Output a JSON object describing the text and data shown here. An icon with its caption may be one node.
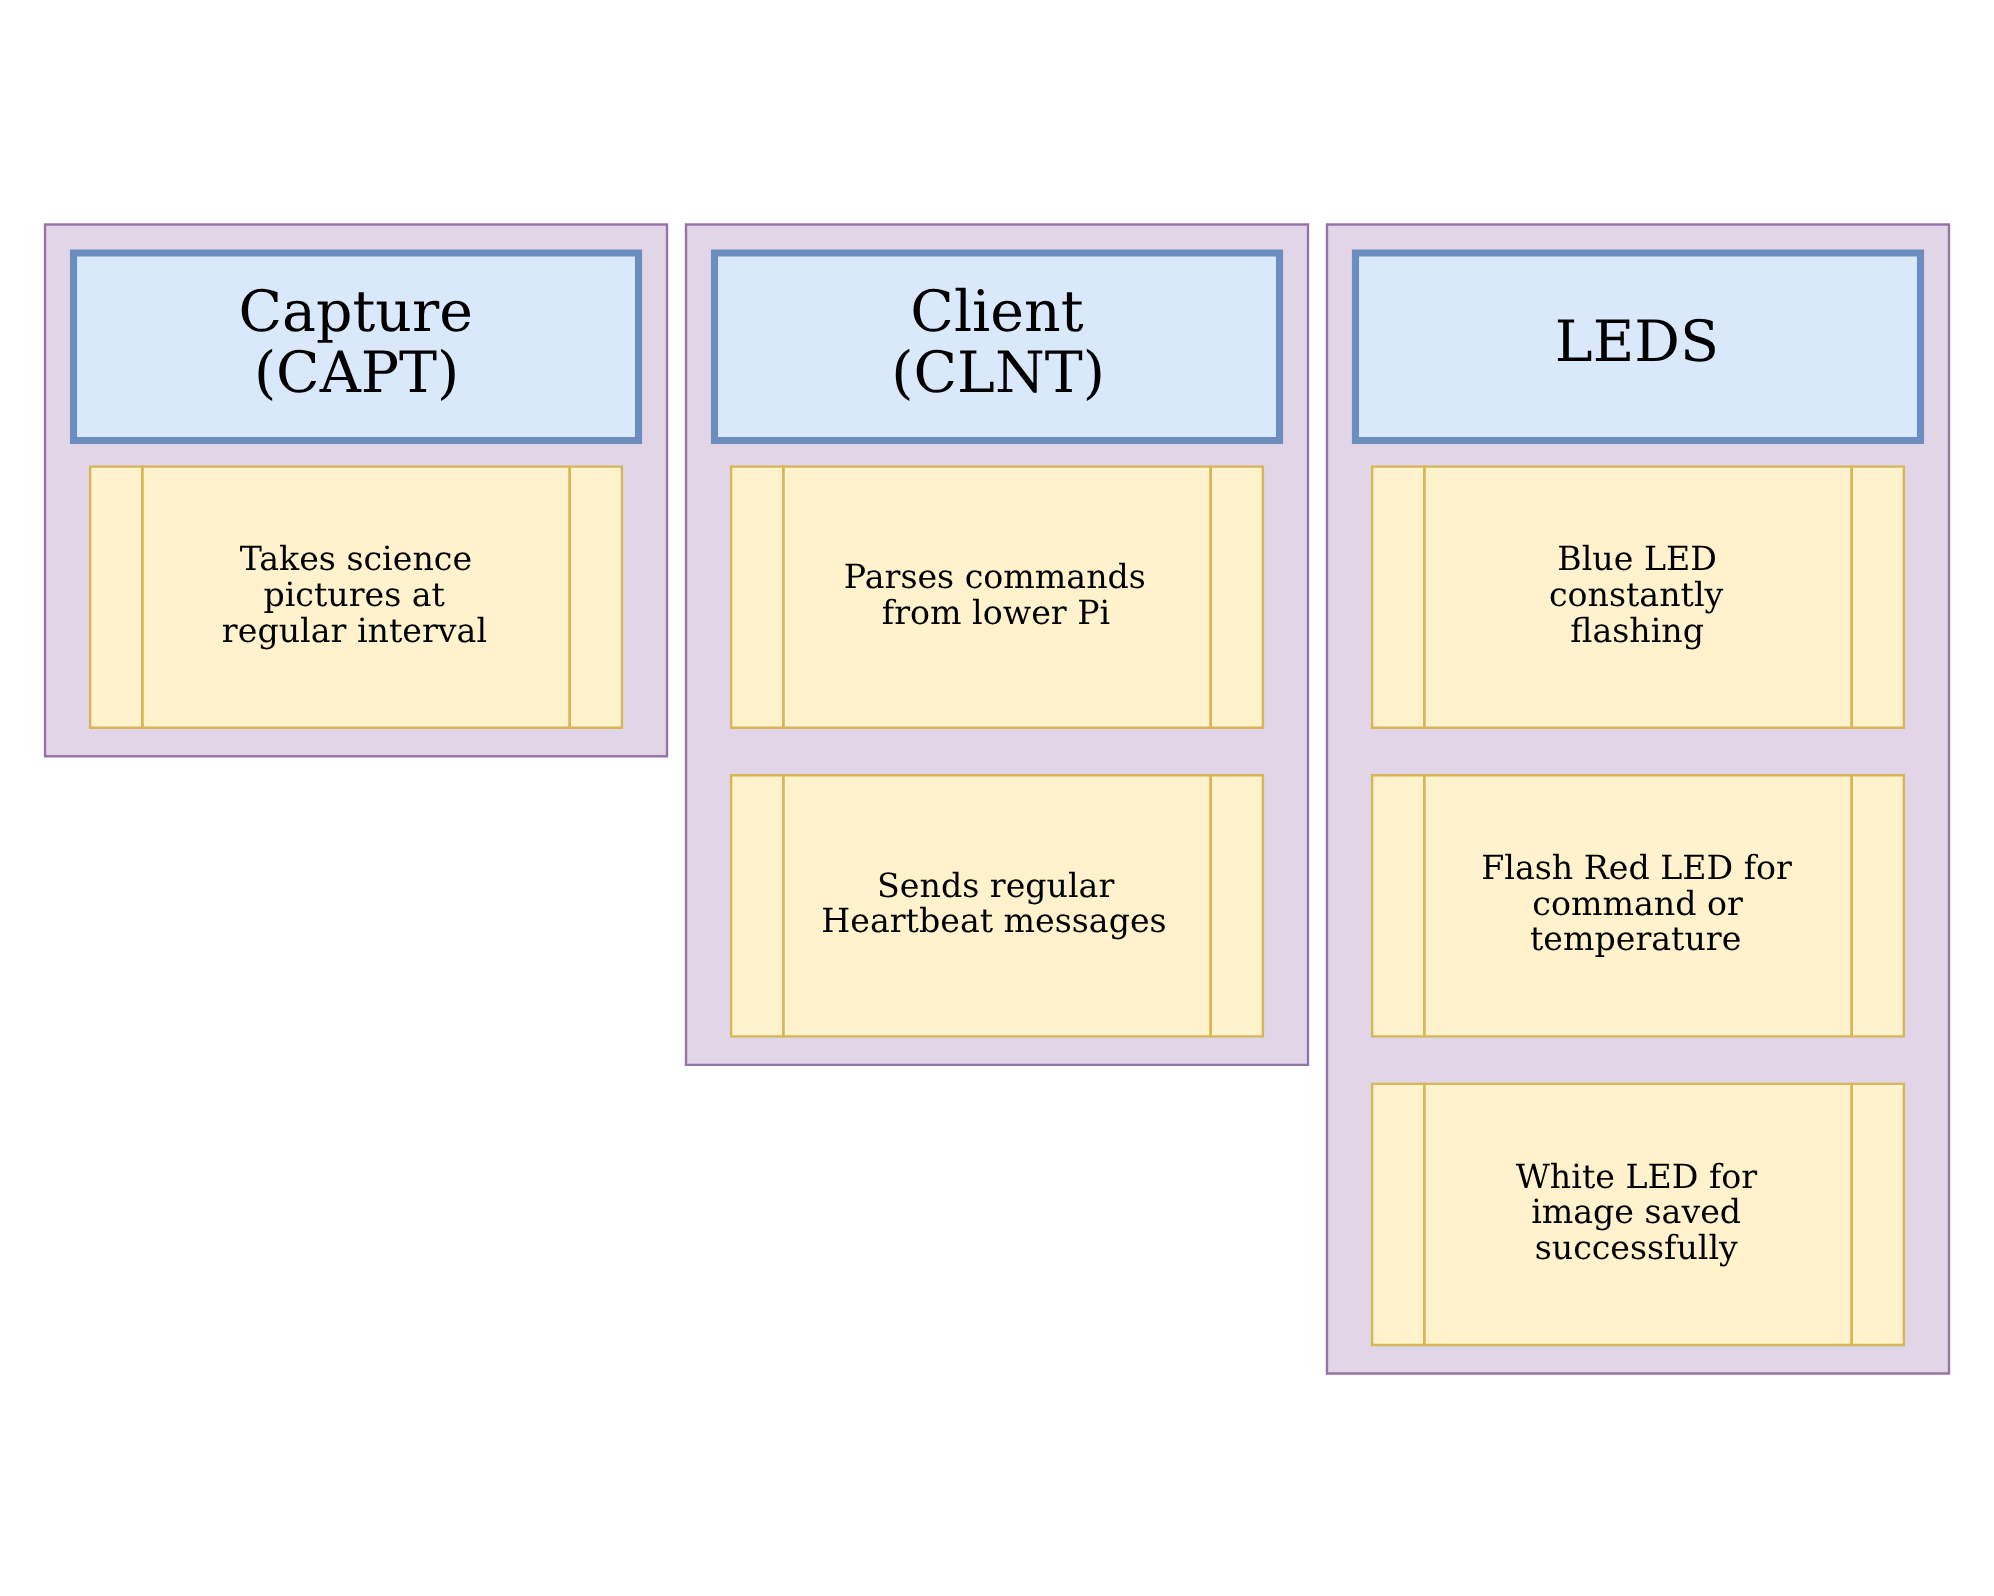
{
  "diagram": {
    "nodes": [
      {
        "text": [],
        "shape": "box"
      },
      {
        "text": [
          "Capture (CAPT)"
        ],
        "in": 0
      },
      {
        "text": [
          "Takes science pictures at regular interval"
        ],
        "in": 0
      },
      {
        "text": [],
        "shape": "box"
      },
      {
        "text": [
          "Client (CLNT)"
        ],
        "in": 3
      },
      {
        "text": [
          "Parses commands from lower Pi"
        ],
        "in": 3
      },
      {
        "text": [
          "Sends regular Heartbeat messages"
        ],
        "in": 3
      },
      {
        "text": [],
        "shape": "box"
      },
      {
        "text": [
          "LEDS"
        ],
        "in": 7
      },
      {
        "text": [
          "Blue LED constantly flashing"
        ],
        "in": 7
      },
      {
        "text": [
          "Flash Red LED for command or temperature"
        ],
        "in": 7
      },
      {
        "text": [
          "White LED for image saved successfully"
        ],
        "in": 7
      }
    ],
    "edges": []
  }
}
